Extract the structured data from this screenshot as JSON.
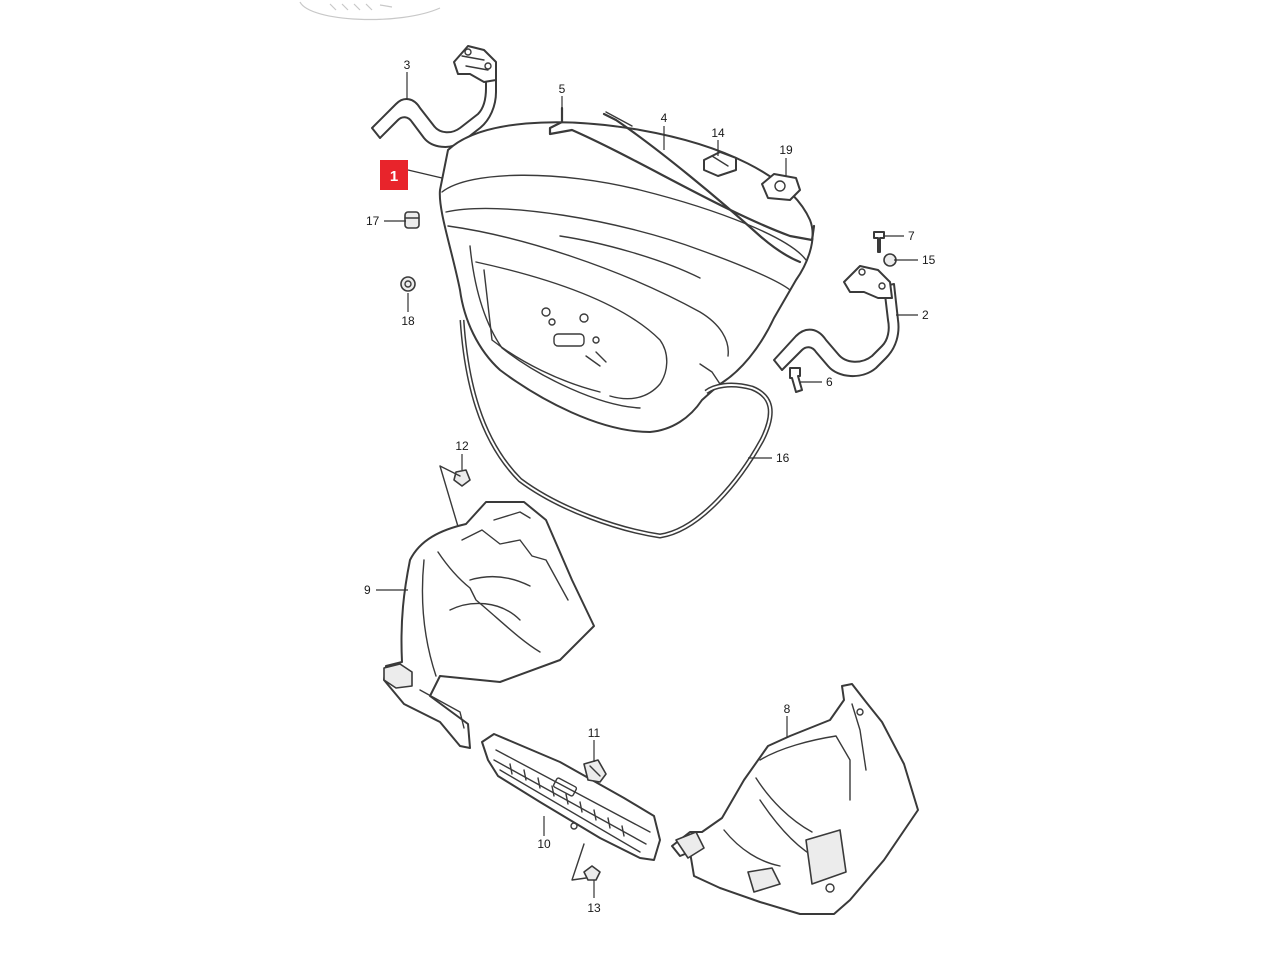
{
  "diagram": {
    "highlight_color": "#e8242b",
    "line_color": "#3a3a3a",
    "callouts": {
      "p1": "1",
      "p2": "2",
      "p3": "3",
      "p4": "4",
      "p5": "5",
      "p6": "6",
      "p7": "7",
      "p8": "8",
      "p9": "9",
      "p10": "10",
      "p11": "11",
      "p12": "12",
      "p13": "13",
      "p14": "14",
      "p15": "15",
      "p16": "16",
      "p17": "17",
      "p18": "18",
      "p19": "19"
    }
  }
}
